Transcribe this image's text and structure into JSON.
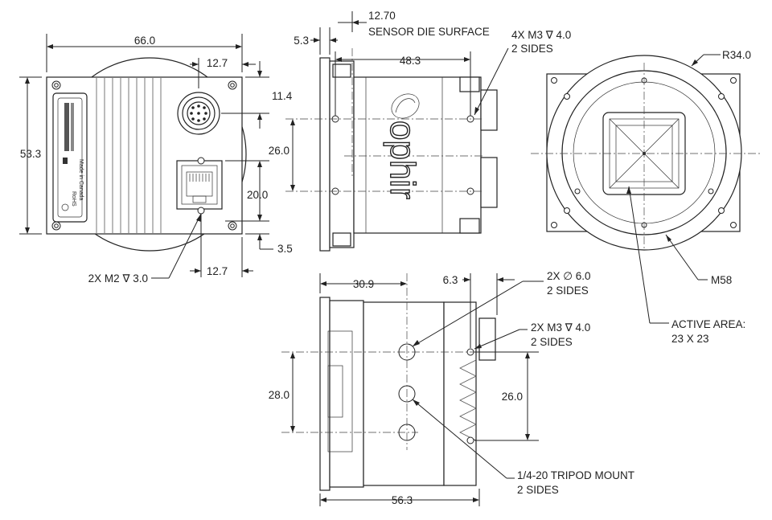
{
  "drawing": {
    "front_view": {
      "width": "66.0",
      "height": "53.3",
      "connector_offset_top": "12.7",
      "connector_offset_right": "11.4",
      "rj45_offset": "20.0",
      "rj45_bottom": "3.5",
      "rj45_width": "12.7",
      "mount_holes": "2X M2 ∇ 3.0",
      "label_lines": [
        "Made in Canada",
        "RoHS"
      ]
    },
    "side_view": {
      "sensor_offset": "12.70",
      "sensor_label": "SENSOR DIE SURFACE",
      "flange": "5.3",
      "hole_spacing": "48.3",
      "hole_vertical": "26.0",
      "holes_note": [
        "4X M3 ∇ 4.0",
        "2 SIDES"
      ],
      "brand": "ophir"
    },
    "bottom_view": {
      "offset_left": "30.9",
      "offset_right": "6.3",
      "length": "56.3",
      "height": "28.0",
      "hole_vertical": "26.0",
      "pins_note": [
        "2X ∅ 6.0",
        "2 SIDES"
      ],
      "holes_note": [
        "2X M3 ∇ 4.0",
        "2 SIDES"
      ],
      "tripod_note": [
        "1/4-20 TRIPOD MOUNT",
        "2 SIDES"
      ]
    },
    "rear_view": {
      "radius": "R34.0",
      "thread": "M58",
      "active_area": [
        "ACTIVE AREA:",
        "23 X 23"
      ]
    }
  }
}
